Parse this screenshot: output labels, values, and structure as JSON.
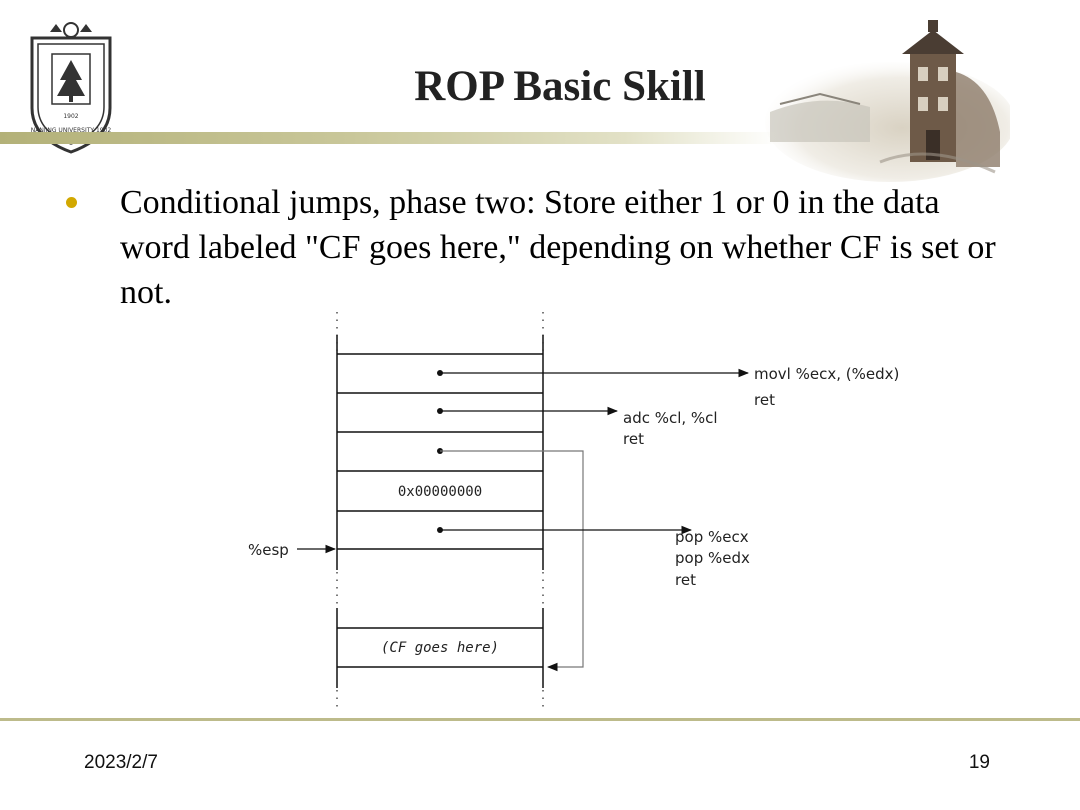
{
  "header": {
    "title": "ROP Basic Skill",
    "logo_icon": "nanjing-university-seal-icon",
    "logo_text": "NANJING UNIVERSITY 1902",
    "photo_icon": "tower-photo-icon"
  },
  "bullet": {
    "icon": "bullet-dot-icon",
    "color": "#d2a800",
    "text": "Conditional jumps, phase two: Store either 1 or 0 in the data word labeled \"CF goes here,\" depending on whether CF is set or not."
  },
  "diagram": {
    "cells": [
      "0x00000000",
      "(CF goes here)"
    ],
    "esp_label": "%esp",
    "gadgets": [
      {
        "lines": [
          "movl %ecx, (%edx)",
          "ret"
        ]
      },
      {
        "lines": [
          "adc %cl, %cl",
          "ret"
        ]
      },
      {
        "lines": [
          "pop %ecx",
          "pop %edx",
          "ret"
        ]
      }
    ]
  },
  "footer": {
    "date": "2023/2/7",
    "page": "19"
  },
  "colors": {
    "rule": "#bdbb8b",
    "bullet": "#d2a800"
  }
}
